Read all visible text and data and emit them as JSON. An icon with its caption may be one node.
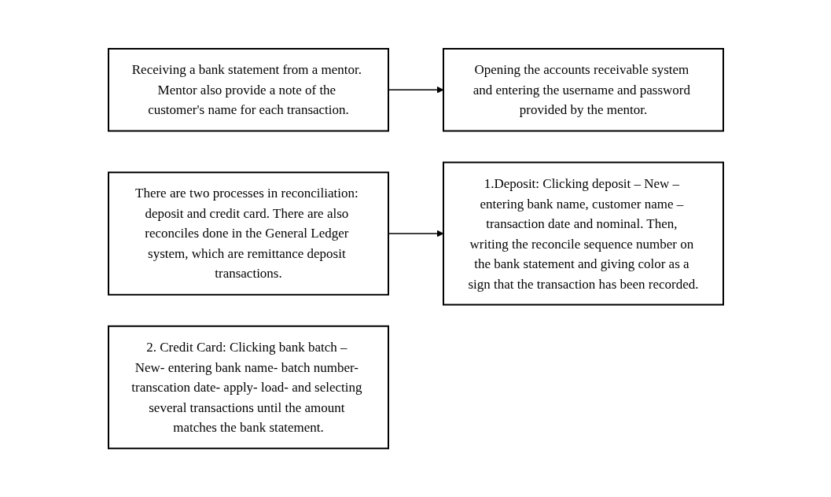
{
  "diagram": {
    "nodes": [
      {
        "text": [
          "Receiving a bank statement from a mentor. Mentor also provide a note of the customer's name for each transaction."
        ]
      },
      {
        "text": [
          "Opening the accounts receivable system and entering the username and password provided by the mentor."
        ]
      },
      {
        "text": [
          "There are two processes in reconciliation: deposit and credit card. There are also reconciles done in the General Ledger system, which are remittance deposit transactions."
        ]
      },
      {
        "text": [
          "1.Deposit: Clicking deposit – New – entering bank name, customer name – transaction date and nominal. Then, writing the reconcile sequence number on the bank statement and giving color as a sign that the transaction has been recorded."
        ]
      },
      {
        "text": [
          "2. Credit Card: Clicking bank batch – New- entering bank name- batch number- transcation date- apply- load- and selecting several transactions until the amount matches the bank statement."
        ]
      }
    ],
    "edges": [
      {
        "from": 0,
        "to": 1,
        "arrow": "to"
      },
      {
        "from": 2,
        "to": 3,
        "arrow": "to"
      }
    ]
  }
}
